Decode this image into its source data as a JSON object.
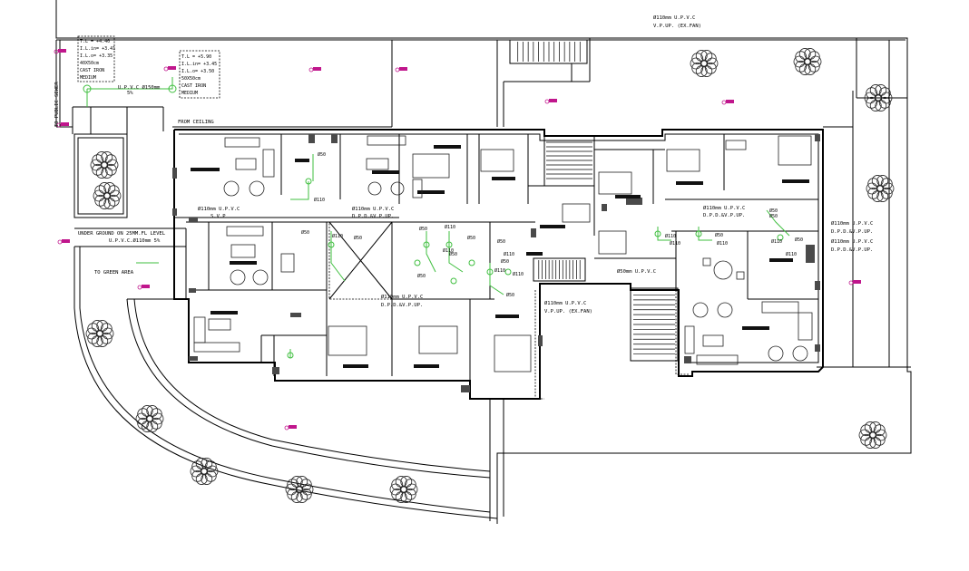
{
  "plot": {
    "to_public_sewer": "TO PUBLIC SEWER",
    "to_green_area": "TO GREEN AREA",
    "from_ceiling": "FROM CEILING",
    "under_ground_label": "UNDER GROUND ON 25MM.FL LEVEL",
    "upvc_slope": "U.P.V.C.Ø110mm 5%"
  },
  "manholes": [
    {
      "lines": [
        "T.L = +4.40",
        "I.L.in= +3.41",
        "I.L.o= +3.35",
        "40X50cm",
        "CAST IRON",
        "MEDIUM"
      ]
    },
    {
      "lines": [
        "T.L = +5.90",
        "I.L.in= +3.45",
        "I.L.o= +3.50",
        "50X50cm",
        "CAST IRON",
        "MEDIUM"
      ]
    }
  ],
  "pipe_labels": {
    "upvc_header_1": "Ø110mm U.P.V.C",
    "upvc_header_2": "V.P.UP. (EX.FAN)",
    "upvc_pipe_a": "U.P.V.C Ø150mm",
    "upvc_pipe_b": "5%",
    "dpd_left_1": "Ø110mm U.P.V.C",
    "dpd_left_2": "S.V.P",
    "dpd_mid_1": "Ø110mm U.P.V.C",
    "dpd_mid_2": "D.P.D.&V.P.UP.",
    "dpd_right_1": "Ø110mm U.P.V.C",
    "dpd_right_2": "D.P.D.&V.P.UP.",
    "dpd_far_1": "Ø110mm U.P.V.C",
    "dpd_far_2": "D.P.D.&V.P.UP.",
    "dpd_far_3": "Ø110mm U.P.V.C",
    "dpd_far_4": "D.P.D.&V.P.UP.",
    "dpd_center_1": "Ø110mm U.P.V.C",
    "dpd_center_2": "D.P.D.&V.P.UP.",
    "ex_fan_1": "Ø110mm U.P.V.C",
    "ex_fan_2": "V.P.UP. (EX.FAN)",
    "stair_pipe": "Ø50mm U.P.V.C"
  },
  "fixture_tags": [
    "Ø50",
    "Ø110",
    "Ø50",
    "Ø110",
    "Ø50",
    "Ø50",
    "Ø110",
    "Ø50",
    "Ø110",
    "Ø50",
    "Ø50",
    "Ø50",
    "Ø110",
    "Ø50",
    "Ø110",
    "Ø110",
    "Ø50",
    "Ø110",
    "Ø110",
    "Ø50",
    "Ø110",
    "Ø50",
    "Ø50",
    "Ø110",
    "Ø50",
    "Ø110"
  ],
  "colors": {
    "tag": "#c0168c",
    "pipe": "#3fbf3f",
    "wall": "#4a4a4a",
    "line": "#000000"
  }
}
